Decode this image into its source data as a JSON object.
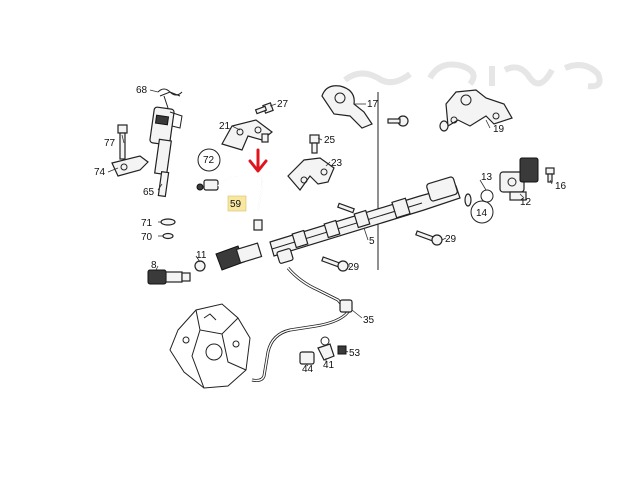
{
  "labels": {
    "l68": "68",
    "l27a": "27",
    "l17": "17",
    "l21": "21",
    "l19": "19",
    "l77": "77",
    "l25": "25",
    "l72": "72",
    "l74": "74",
    "l65": "65",
    "l23": "23",
    "l13": "13",
    "l16": "16",
    "l59": "59",
    "l14": "14",
    "l12": "12",
    "l71": "71",
    "l70": "70",
    "l5": "5",
    "l29a": "29",
    "l11": "11",
    "l8": "8",
    "l29b": "29",
    "l35": "35",
    "l53": "53",
    "l44": "44",
    "l41": "41"
  },
  "colors": {
    "arrow": "#e0141e",
    "highlight": "#f7e7a1",
    "line": "#222222"
  },
  "icons": {
    "pointer": "down-arrow-icon"
  }
}
